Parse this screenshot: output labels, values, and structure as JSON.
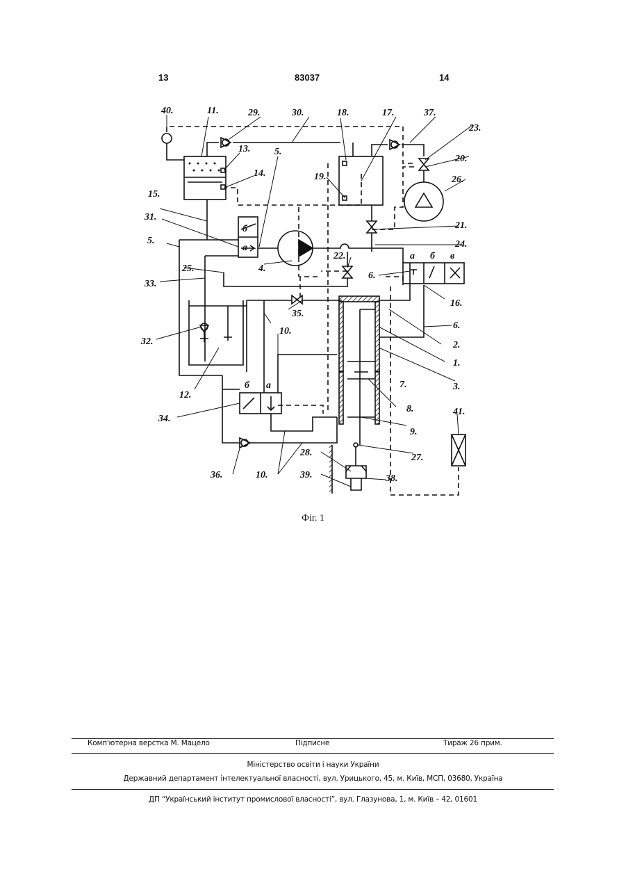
{
  "header": {
    "page_left": "13",
    "patent_number": "83037",
    "page_right": "14"
  },
  "figure": {
    "caption": "Фіг. 1",
    "labels": {
      "l40": "40.",
      "l11": "11.",
      "l29": "29.",
      "l30": "30.",
      "l18": "18.",
      "l17": "17.",
      "l37": "37.",
      "l23": "23.",
      "l13": "13.",
      "l5a": "5.",
      "l14": "14.",
      "l19": "19.",
      "l20": "20.",
      "l26": "26.",
      "l15": "15.",
      "l31": "31.",
      "l21": "21.",
      "l5b": "5.",
      "l24": "24.",
      "l33": "33.",
      "l25": "25.",
      "l22": "22.",
      "l4": "4.",
      "l6a": "6.",
      "l16": "16.",
      "l35": "35.",
      "l6b": "6.",
      "l10a": "10.",
      "l2": "2.",
      "l32": "32.",
      "l1": "1.",
      "l12": "12.",
      "l3": "3.",
      "l7": "7.",
      "l34": "34.",
      "l8": "8.",
      "l9": "9.",
      "l41": "41.",
      "l27": "27.",
      "l28": "28.",
      "l36": "36.",
      "l10b": "10.",
      "l39": "39.",
      "l38": "38.",
      "v31_b": "б",
      "v31_a": "а",
      "v16_a": "а",
      "v16_b": "б",
      "v16_v": "в",
      "v34_b": "б",
      "v34_a": "а"
    }
  },
  "imprint": {
    "typesetting": "Комп'ютерна верстка М. Мацело",
    "subscription": "Підписне",
    "circulation": "Тираж 26 прим.",
    "ministry": "Міністерство освіти і науки України",
    "department": "Державний департамент інтелектуальної власності, вул. Урицького, 45, м. Київ, МСП, 03680, Україна",
    "institute": "ДП “Український інститут промислової власності”, вул. Глазунова, 1, м. Київ – 42, 01601"
  }
}
